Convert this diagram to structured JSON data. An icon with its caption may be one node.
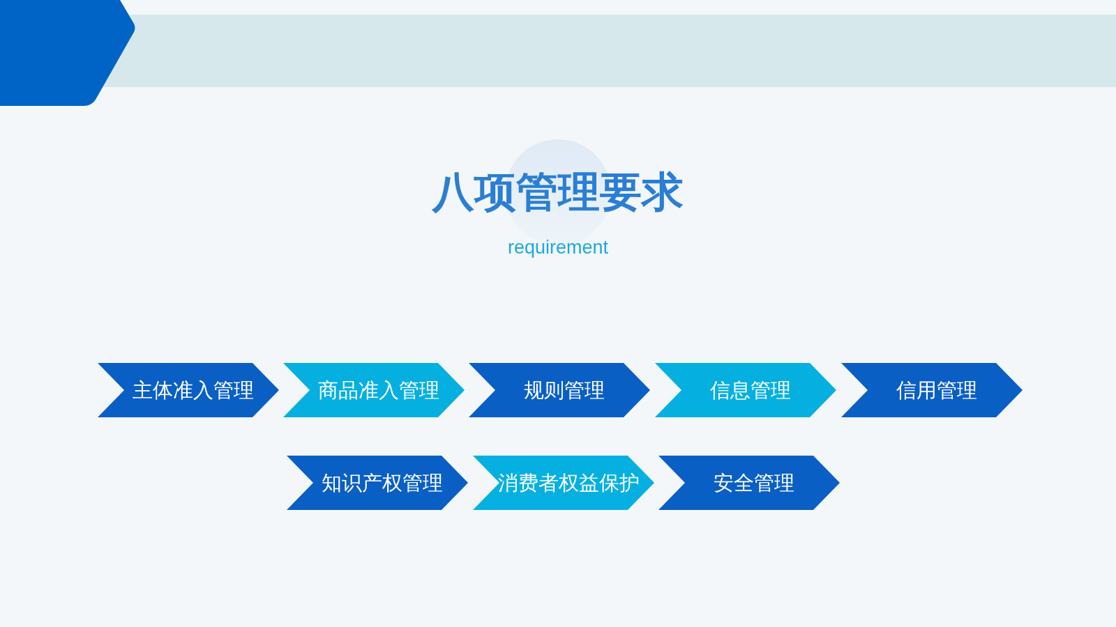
{
  "diagram": {
    "title": "八项管理要求",
    "nodes": [
      {
        "text": [
          "主体准入管理"
        ]
      },
      {
        "text": [
          "商品准入管理"
        ]
      },
      {
        "text": [
          "规则管理"
        ]
      },
      {
        "text": [
          "信息管理"
        ]
      },
      {
        "text": [
          "信用管理"
        ]
      },
      {
        "text": [
          "知识产权管理"
        ]
      },
      {
        "text": [
          "消费者权益保护"
        ]
      },
      {
        "text": [
          "安全管理"
        ]
      }
    ],
    "labels": [
      "requirement"
    ]
  }
}
